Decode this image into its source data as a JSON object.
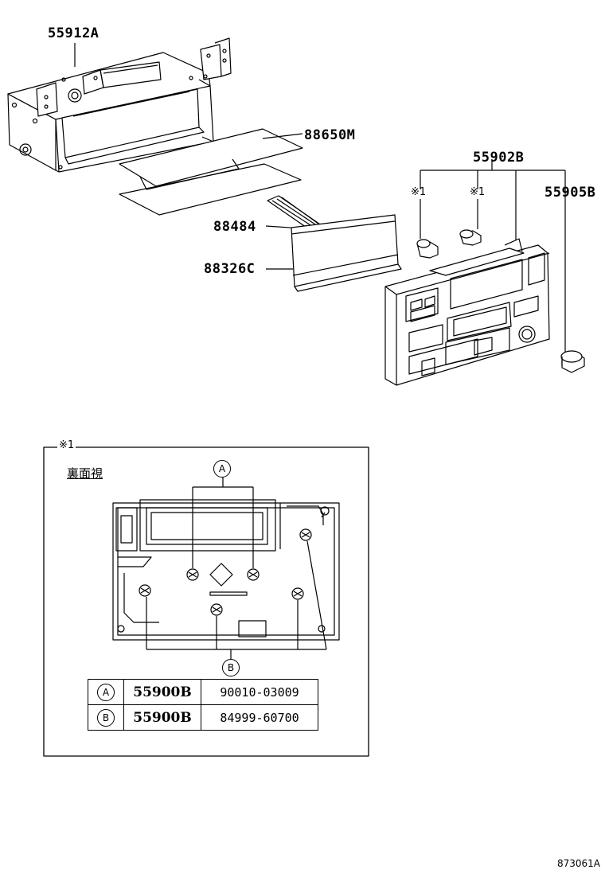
{
  "callouts": {
    "bracket": "55912A",
    "film": "88650M",
    "connector": "88484",
    "cover": "88326C",
    "panel": "55902B",
    "knob": "55905B"
  },
  "markers": {
    "m1": "※1",
    "m2": "※1"
  },
  "inset": {
    "marker": "※1",
    "title": "裏面視",
    "callout_a": "A",
    "callout_b": "B",
    "table": [
      {
        "key": "A",
        "part": "55900B",
        "number": "90010-03009"
      },
      {
        "key": "B",
        "part": "55900B",
        "number": "84999-60700"
      }
    ]
  },
  "footer": {
    "code": "873061A"
  }
}
